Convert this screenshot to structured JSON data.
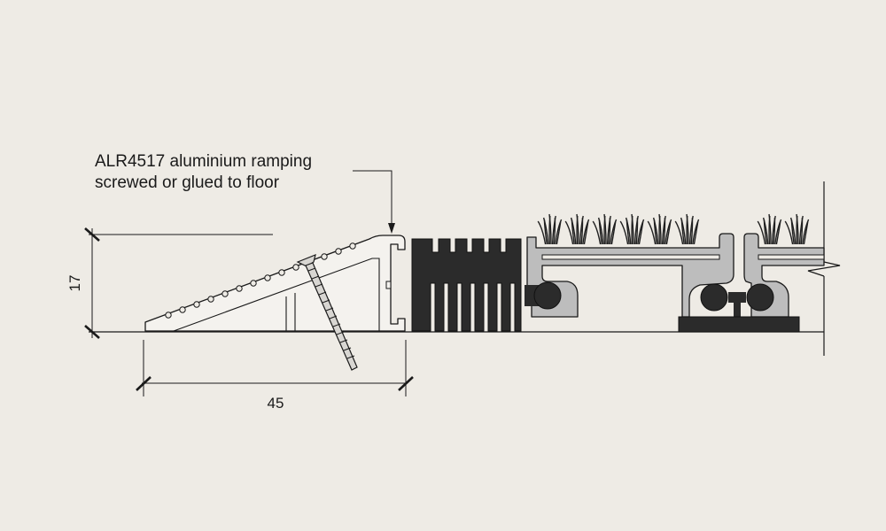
{
  "callout": {
    "line1": "ALR4517 aluminium ramping",
    "line2": "screwed or glued to floor"
  },
  "dimensions": {
    "height": "17",
    "width": "45"
  },
  "colors": {
    "background": "#eeebe5",
    "ink": "#1a1a1a",
    "aluminium_fill": "#f4f2ee",
    "carrier_fill": "#bdbdbd",
    "rubber_dark": "#2b2b2b",
    "brush": "#1f1f1f"
  }
}
